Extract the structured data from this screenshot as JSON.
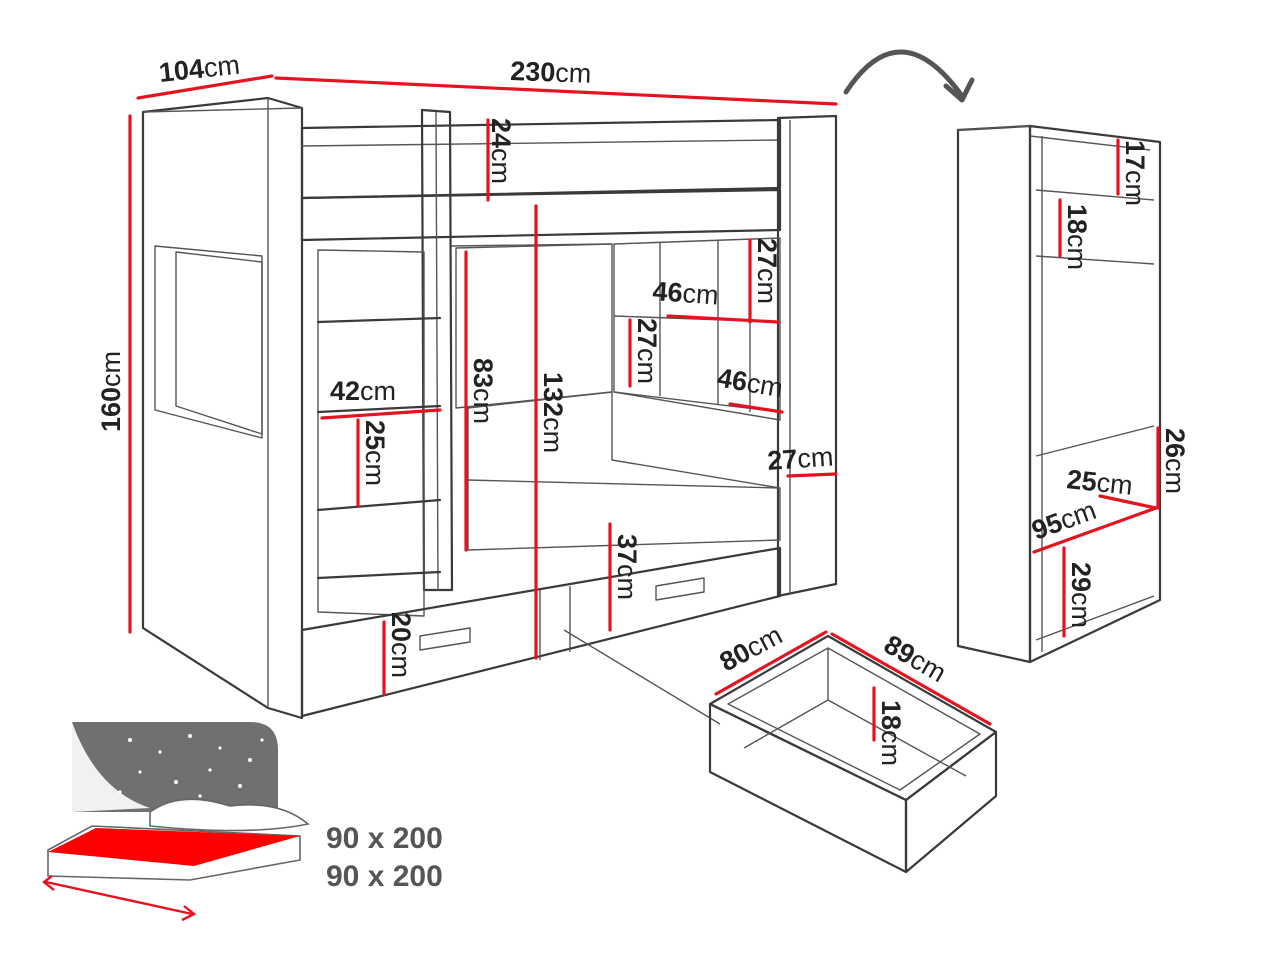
{
  "colors": {
    "dimension": "#e5131f",
    "outline": "#3a3a3a",
    "mattress": "#ff0000",
    "headboard": "#707070"
  },
  "icons": {
    "rotate_arrow": "curved-arrow-icon",
    "stars": "star-icon"
  },
  "bed": {
    "width": {
      "value": "104",
      "unit": "cm"
    },
    "length": {
      "value": "230",
      "unit": "cm"
    },
    "height": {
      "value": "160",
      "unit": "cm"
    },
    "top_rail": {
      "value": "24",
      "unit": "cm"
    },
    "ladder_step_width": {
      "value": "42",
      "unit": "cm"
    },
    "ladder_step_gap": {
      "value": "25",
      "unit": "cm"
    },
    "lower_clearance": {
      "value": "83",
      "unit": "cm"
    },
    "upper_deck_height": {
      "value": "132",
      "unit": "cm"
    },
    "shelf_top_height": {
      "value": "27",
      "unit": "cm"
    },
    "shelf_top_width": {
      "value": "46",
      "unit": "cm"
    },
    "shelf_mid_height": {
      "value": "27",
      "unit": "cm"
    },
    "shelf_bottom_width": {
      "value": "46",
      "unit": "cm"
    },
    "side_depth": {
      "value": "27",
      "unit": "cm"
    },
    "drawer_left_height": {
      "value": "20",
      "unit": "cm"
    },
    "drawer_right_height": {
      "value": "37",
      "unit": "cm"
    }
  },
  "bookcase": {
    "shelf_1": {
      "value": "17",
      "unit": "cm"
    },
    "shelf_2": {
      "value": "18",
      "unit": "cm"
    },
    "niche_height": {
      "value": "26",
      "unit": "cm"
    },
    "niche_depth": {
      "value": "25",
      "unit": "cm"
    },
    "niche_width": {
      "value": "95",
      "unit": "cm"
    },
    "bottom_shelf": {
      "value": "29",
      "unit": "cm"
    }
  },
  "drawer": {
    "width": {
      "value": "80",
      "unit": "cm"
    },
    "length": {
      "value": "89",
      "unit": "cm"
    },
    "height": {
      "value": "18",
      "unit": "cm"
    }
  },
  "mattress": {
    "size_1": "90 x 200",
    "size_2": "90 x 200"
  }
}
